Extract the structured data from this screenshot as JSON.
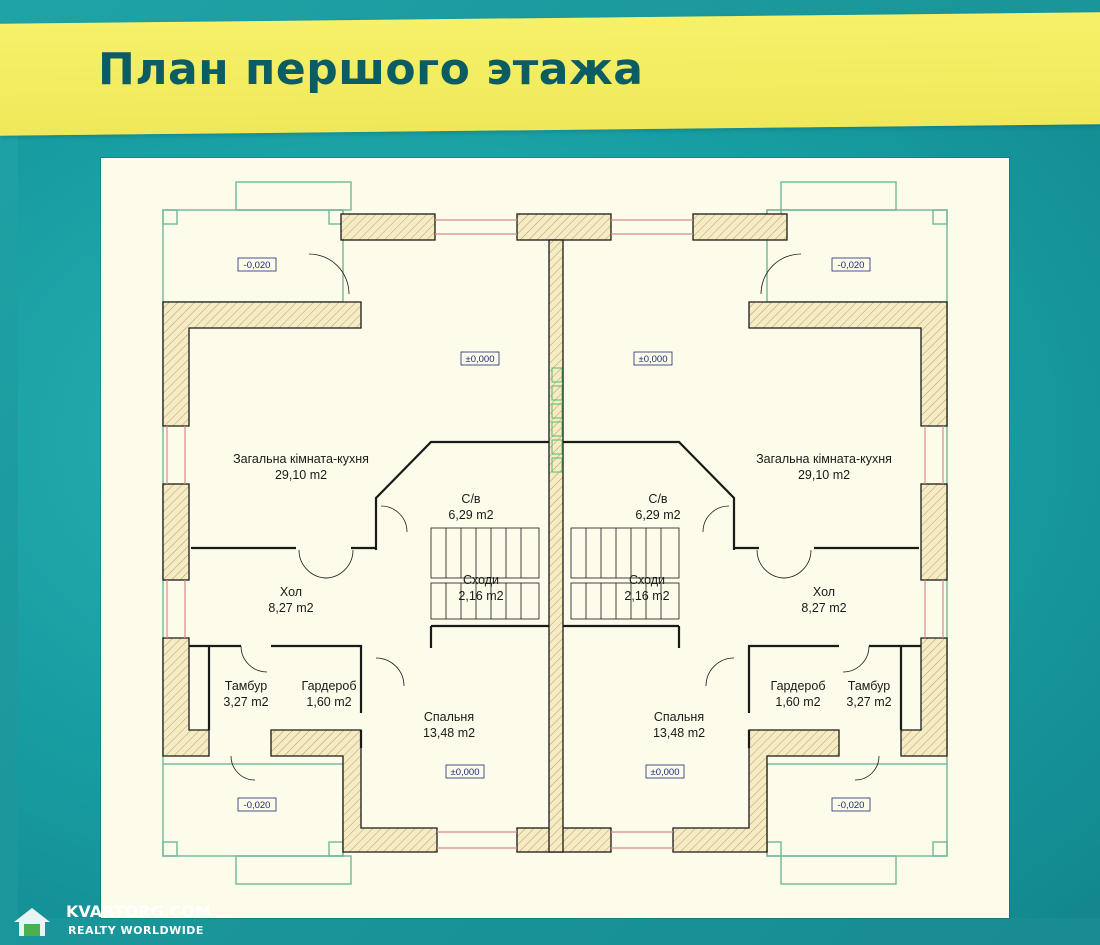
{
  "header": {
    "title": "План першого этажа"
  },
  "rooms": {
    "living_left": {
      "name": "Загальна кімната-кухня",
      "area": "29,10 m2"
    },
    "living_right": {
      "name": "Загальна кімната-кухня",
      "area": "29,10 m2"
    },
    "bath_left": {
      "name": "С/в",
      "area": "6,29 m2"
    },
    "bath_right": {
      "name": "С/в",
      "area": "6,29 m2"
    },
    "stairs_left": {
      "name": "Сходи",
      "area": "2,16 m2"
    },
    "stairs_right": {
      "name": "Сходи",
      "area": "2,16 m2"
    },
    "hall_left": {
      "name": "Хол",
      "area": "8,27 m2"
    },
    "hall_right": {
      "name": "Хол",
      "area": "8,27 m2"
    },
    "vest_left": {
      "name": "Тамбур",
      "area": "3,27 m2"
    },
    "vest_right": {
      "name": "Тамбур",
      "area": "3,27 m2"
    },
    "ward_left": {
      "name": "Гардероб",
      "area": "1,60 m2"
    },
    "ward_right": {
      "name": "Гардероб",
      "area": "1,60 m2"
    },
    "bed_left": {
      "name": "Спальня",
      "area": "13,48 m2"
    },
    "bed_right": {
      "name": "Спальня",
      "area": "13,48 m2"
    }
  },
  "levels": {
    "terrace_tl": "-0,020",
    "terrace_tr": "-0,020",
    "terrace_bl": "-0,020",
    "terrace_br": "-0,020",
    "living_left": "±0,000",
    "living_right": "±0,000",
    "bed_left": "±0,000",
    "bed_right": "±0,000"
  },
  "watermark": {
    "line1": "KVARTORG.COM",
    "line2": "REALTY WORLDWIDE"
  },
  "colors": {
    "banner": "#f3ed63",
    "title": "#0b5c63",
    "background": "#1a9ea2",
    "wall_outline": "#1a1a1a",
    "window": "#d98a8a",
    "terrace": "#6fb89a"
  }
}
